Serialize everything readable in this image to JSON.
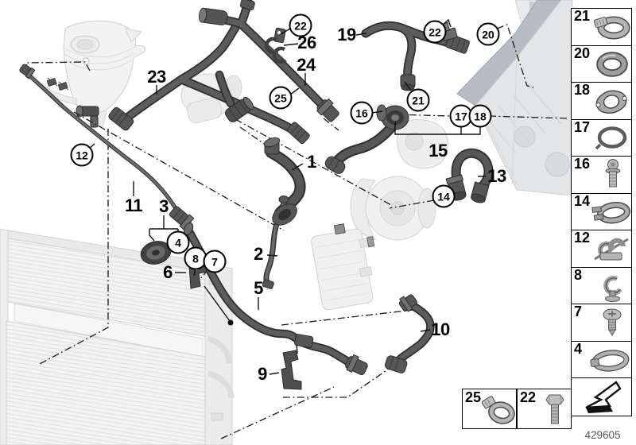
{
  "doc_number": "429605",
  "colors": {
    "line": "#1a1a1a",
    "hose_dark": "#2e2e2e",
    "hose_mid": "#5c5c5c",
    "faded_part": "#f0f0f0"
  },
  "callouts": {
    "plain": [
      {
        "text": "23"
      },
      {
        "text": "26"
      },
      {
        "text": "24"
      },
      {
        "text": "19"
      },
      {
        "text": "15"
      },
      {
        "text": "13"
      },
      {
        "text": "1"
      },
      {
        "text": "11"
      },
      {
        "text": "3"
      },
      {
        "text": "6"
      },
      {
        "text": "2"
      },
      {
        "text": "5"
      },
      {
        "text": "9"
      },
      {
        "text": "10"
      }
    ],
    "circled": [
      {
        "text": "22"
      },
      {
        "text": "25"
      },
      {
        "text": "22"
      },
      {
        "text": "20"
      },
      {
        "text": "21"
      },
      {
        "text": "16"
      },
      {
        "text": "17"
      },
      {
        "text": "18"
      },
      {
        "text": "14"
      },
      {
        "text": "12"
      },
      {
        "text": "4"
      },
      {
        "text": "8"
      },
      {
        "text": "7"
      }
    ]
  },
  "sidebar": {
    "items": [
      {
        "number": "21",
        "icon": "worm-drive-clamp"
      },
      {
        "number": "20",
        "icon": "o-ring"
      },
      {
        "number": "18",
        "icon": "flange-gasket"
      },
      {
        "number": "17",
        "icon": "o-ring-thin"
      },
      {
        "number": "16",
        "icon": "flange-bolt"
      },
      {
        "number": "14",
        "icon": "spring-band-clamp"
      },
      {
        "number": "12",
        "icon": "pipe-clip"
      },
      {
        "number": "8",
        "icon": "cable-clip"
      },
      {
        "number": "7",
        "icon": "expansion-rivet"
      },
      {
        "number": "4",
        "icon": "band-clamp"
      }
    ],
    "footer_arrow_icon": "direction-arrow"
  },
  "legend": {
    "boxes": [
      {
        "number": "25",
        "icon": "hose-clamp"
      },
      {
        "number": "22",
        "icon": "hex-bolt"
      }
    ]
  }
}
